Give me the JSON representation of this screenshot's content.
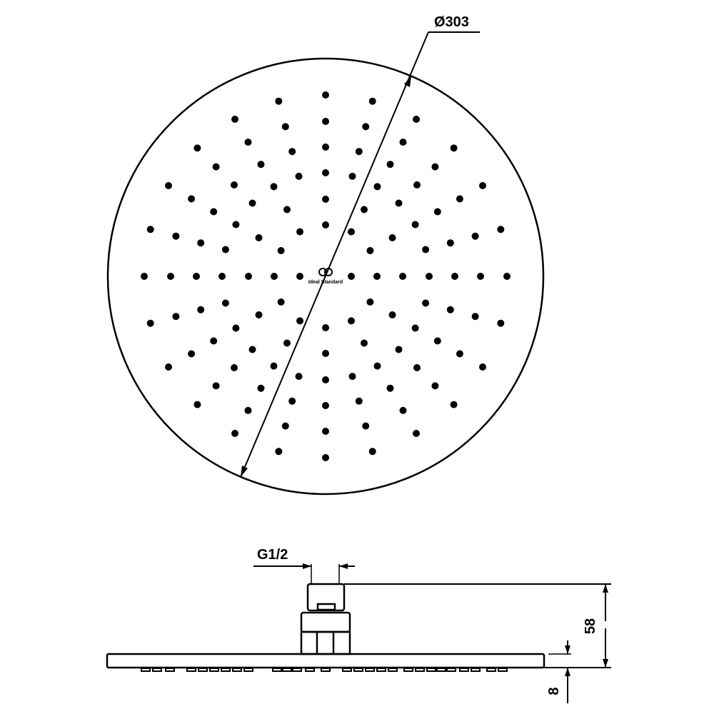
{
  "drawing": {
    "diameter_label": "Ø303",
    "thread_label": "G1/2",
    "height_label": "58",
    "plate_thickness_label": "8",
    "logo_text": "Ideal Standard"
  },
  "colors": {
    "line": "#000000",
    "background": "#ffffff"
  }
}
